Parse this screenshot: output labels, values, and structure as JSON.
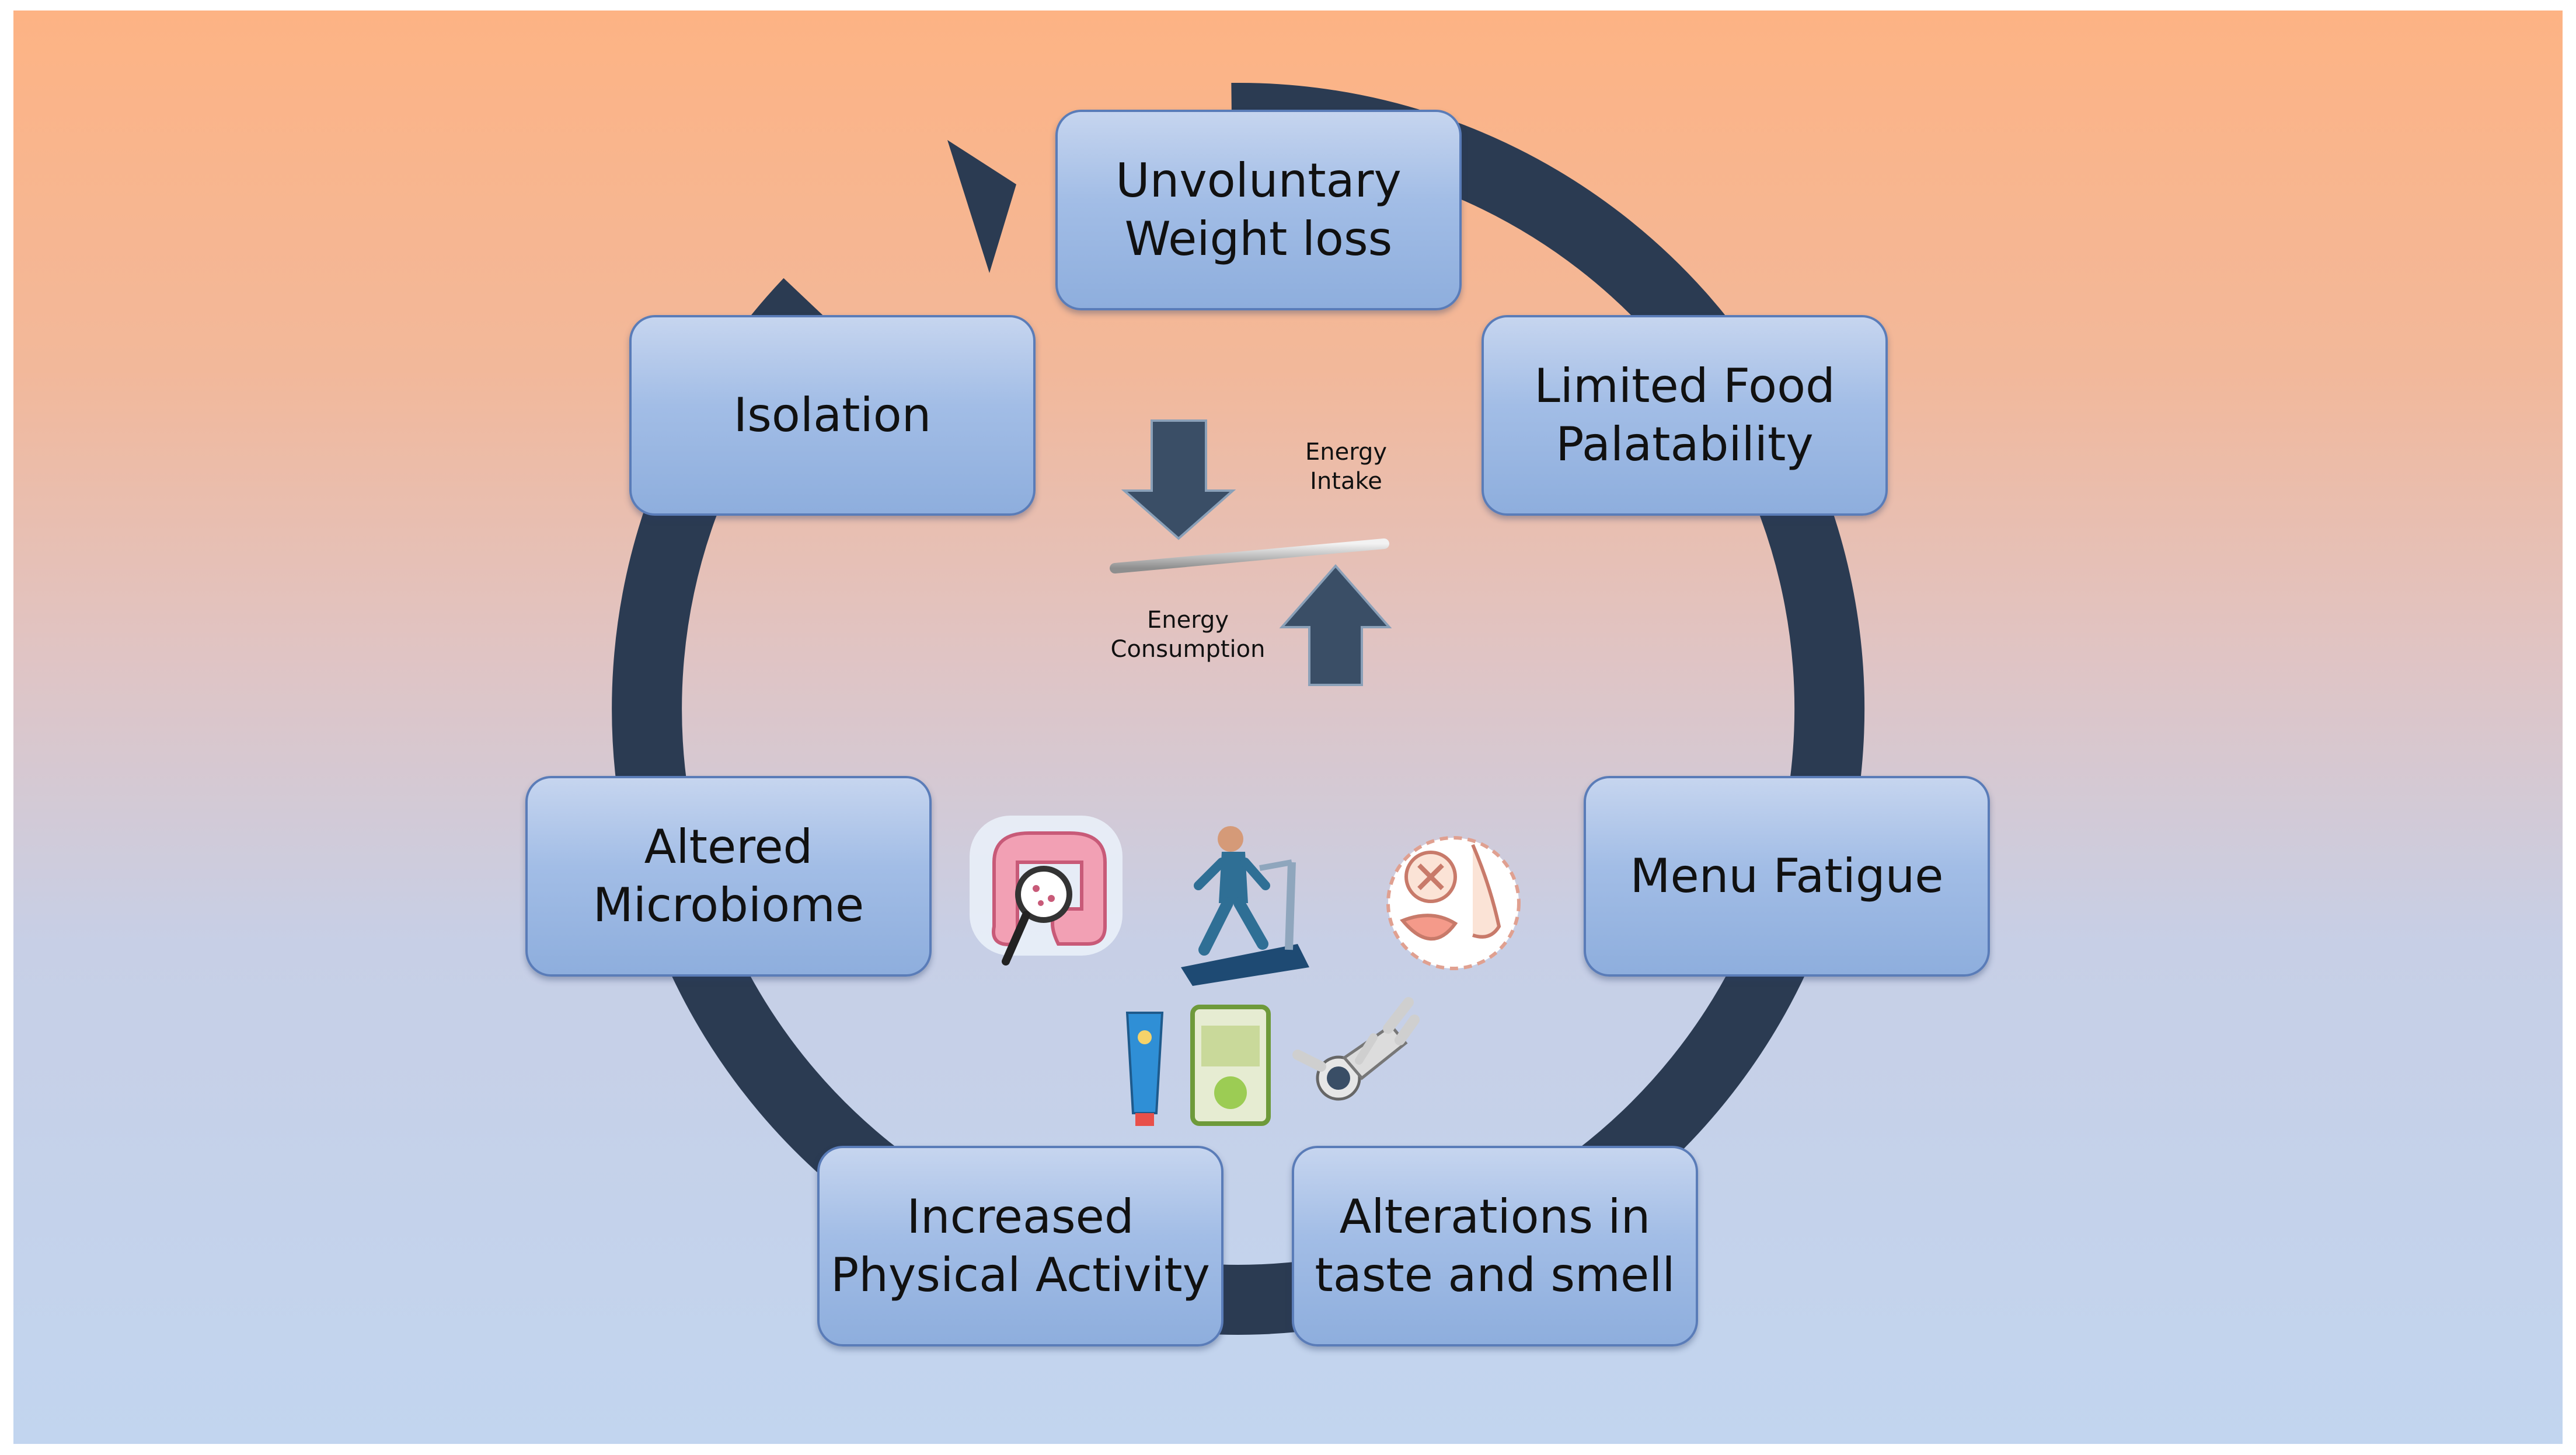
{
  "nodes": {
    "weight_loss": [
      "Unvoluntary",
      "Weight loss"
    ],
    "limited_food": [
      "Limited Food",
      "Palatability"
    ],
    "menu_fatigue": [
      "Menu Fatigue"
    ],
    "taste_smell": [
      "Alterations in",
      "taste and smell"
    ],
    "physical_activity": [
      "Increased",
      "Physical Activity"
    ],
    "microbiome": [
      "Altered",
      "Microbiome"
    ],
    "isolation": [
      "Isolation"
    ]
  },
  "energy": {
    "intake": [
      "Energy",
      "Intake"
    ],
    "consumption": [
      "Energy",
      "Consumption"
    ]
  },
  "icons": [
    "intestine-icon",
    "treadmill-runner-icon",
    "taste-smell-icon",
    "food-tube-icon",
    "food-pouch-icon",
    "astronaut-icon"
  ],
  "colors": {
    "cycle_arrow": "#2b3b52",
    "node_border": "#5a7cb8",
    "node_fill": "#a2bde6",
    "balance_arrow": "#3a4e66"
  }
}
